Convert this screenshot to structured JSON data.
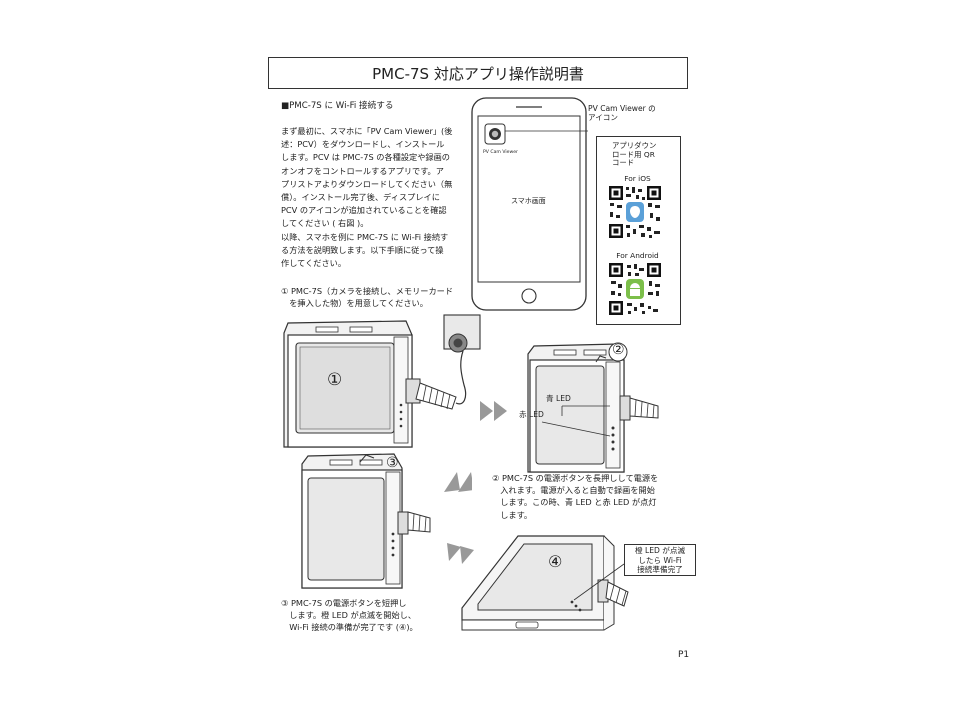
{
  "doc": {
    "title": "PMC-7S 対応アプリ操作説明書",
    "section_heading": "■PMC-7S に Wi-Fi 接続する",
    "intro_lines": [
      "まず最初に、スマホに「PV Cam Viewer」(後",
      "述：PCV）をダウンロードし、インストール",
      "します。PCV は PMC-7S の各種設定や録画の",
      "オンオフをコントロールするアプリです。ア",
      "プリストアよりダウンロードしてください（無",
      "償）。インストール完了後、ディスプレイに",
      "PCV のアイコンが追加されていることを確認",
      "してください ( 右図 )。",
      "以降、スマホを例に PMC-7S に Wi-Fi 接続す",
      "る方法を説明致します。以下手順に従って操",
      "作してください。"
    ],
    "step1_lines": [
      "① PMC-7S（カメラを接続し、メモリーカード",
      "　を挿入した物）を用意してください。"
    ],
    "step2_lines": [
      "② PMC-7S の電源ボタンを長押しして電源を",
      "　入れます。電源が入ると自動で録画を開始",
      "　します。この時、青 LED と赤 LED が点灯",
      "　します。"
    ],
    "step3_lines": [
      "③ PMC-7S の電源ボタンを短押し",
      "　します。橙 LED が点滅を開始し、",
      "　Wi-Fi 接続の準備が完了です (④)。"
    ],
    "page_number": "P1"
  },
  "phone": {
    "app_callout_lines": [
      "PV Cam Viewer の",
      "アイコン"
    ],
    "app_icon_label": "PV Cam Viewer",
    "screen_label": "スマホ画面"
  },
  "qr": {
    "label_lines": [
      "アプリダウン",
      "ロード用 QR",
      "コード"
    ],
    "ios_label": "For iOS",
    "android_label": "For Android"
  },
  "device": {
    "marker1": "①",
    "marker2": "②",
    "marker3": "③",
    "marker4": "④",
    "blue_led": "青 LED",
    "red_led": "赤 LED",
    "orange_led_lines": [
      "橙 LED が点滅",
      "したら Wi-Fi",
      "接続準備完了"
    ]
  }
}
